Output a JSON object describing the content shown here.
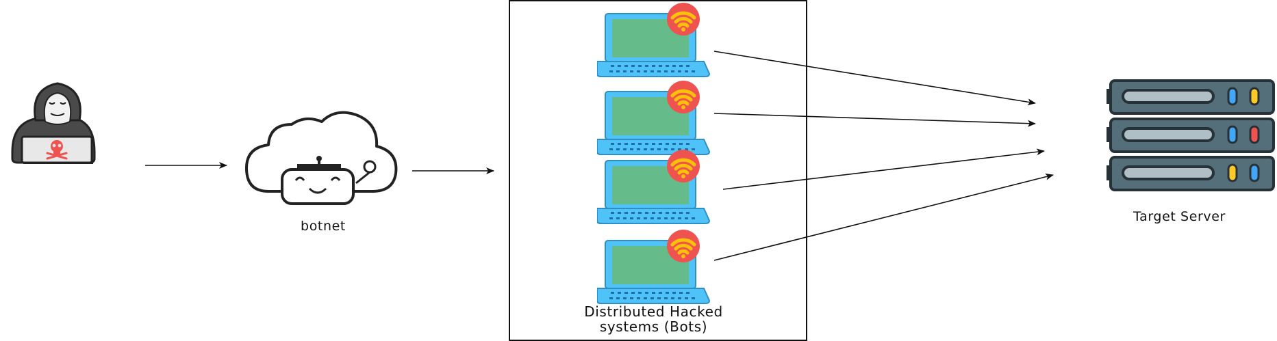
{
  "nodes": {
    "attacker": {
      "icon": "hacker-icon"
    },
    "botnet": {
      "icon": "cloud-robot-icon",
      "label": "botnet"
    },
    "bots": {
      "icon": "laptop-wifi-icon",
      "count": 4,
      "label_line1": "Distributed Hacked",
      "label_line2": "systems (Bots)"
    },
    "target": {
      "icon": "server-rack-icon",
      "label": "Target Server"
    }
  },
  "edges": [
    {
      "from": "attacker",
      "to": "botnet"
    },
    {
      "from": "botnet",
      "to": "bots"
    },
    {
      "from": "bot-1",
      "to": "target"
    },
    {
      "from": "bot-2",
      "to": "target"
    },
    {
      "from": "bot-3",
      "to": "target"
    },
    {
      "from": "bot-4",
      "to": "target"
    }
  ],
  "colors": {
    "laptop_body": "#4fc3f7",
    "laptop_screen": "#66bb8a",
    "wifi_badge": "#ef5350",
    "wifi_waves": "#ffc107",
    "server_body": "#546e7a",
    "server_slot": "#b0bec5",
    "led_blue": "#42a5f5",
    "led_yellow": "#ffca28",
    "led_red": "#ef5350",
    "hacker_hood": "#4a4a4a",
    "skull": "#ef5350"
  }
}
